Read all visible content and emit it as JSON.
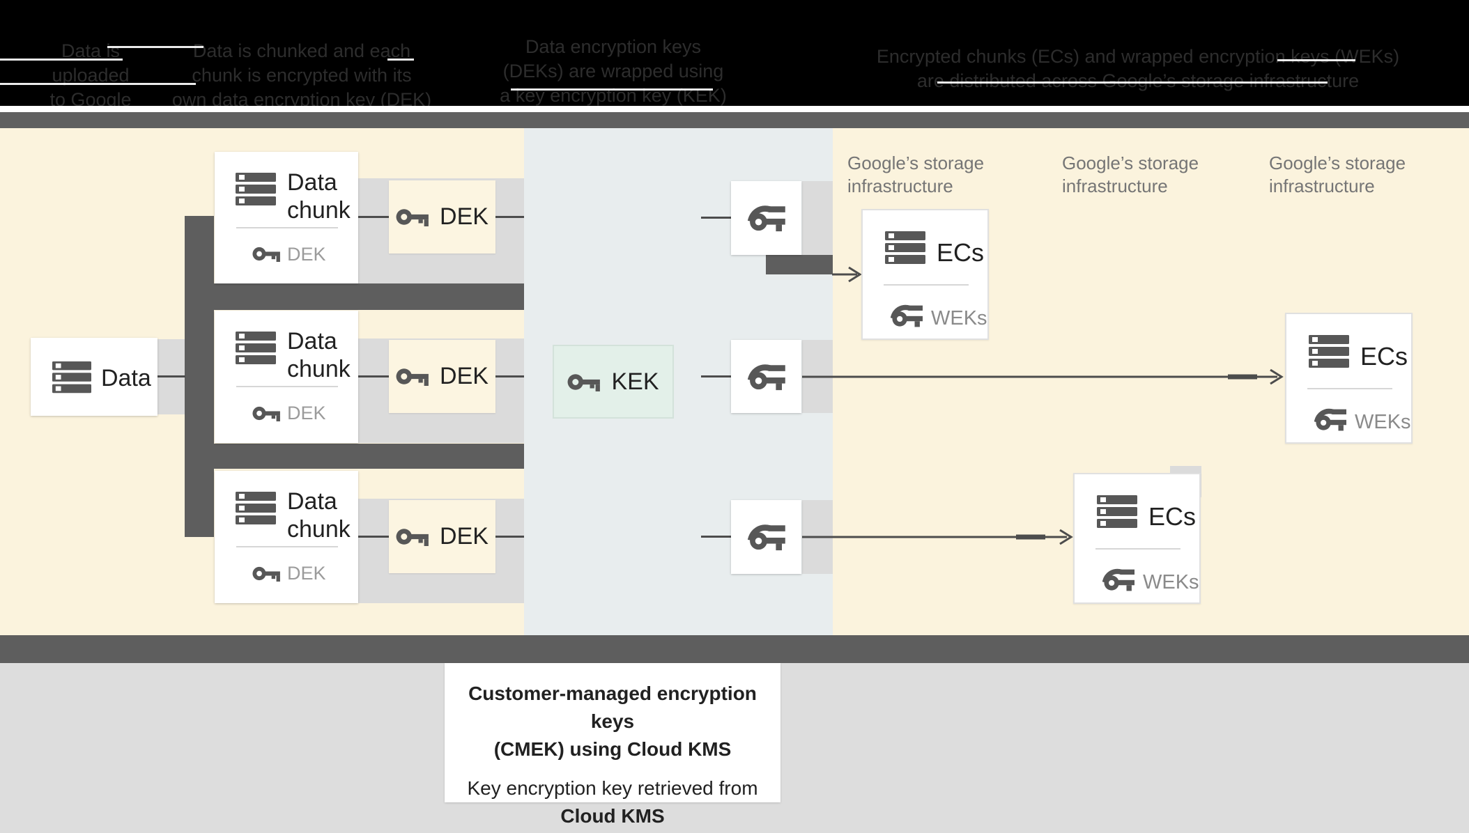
{
  "header": {
    "steps": [
      {
        "lines": [
          "Data is",
          "uploaded",
          "to Google"
        ]
      },
      {
        "lines": [
          "Data is chunked and each",
          "chunk is encrypted with its",
          "own data encryption key (DEK)"
        ]
      },
      {
        "lines": [
          "Data encryption keys",
          "(DEKs) are wrapped using",
          "a key encryption key (KEK)"
        ]
      },
      {
        "lines": [
          "Encrypted chunks (ECs) and wrapped encryption keys (WEKs)",
          "are distributed across Google’s storage infrastructure"
        ]
      }
    ]
  },
  "diagram": {
    "data_box": {
      "label": "Data"
    },
    "chunks": [
      {
        "line1": "Data",
        "line2": "chunk",
        "key_label": "DEK"
      },
      {
        "line1": "Data",
        "line2": "chunk",
        "key_label": "DEK"
      },
      {
        "line1": "Data",
        "line2": "chunk",
        "key_label": "DEK"
      }
    ],
    "dek_boxes": [
      {
        "label": "DEK"
      },
      {
        "label": "DEK"
      },
      {
        "label": "DEK"
      }
    ],
    "kek_box": {
      "label": "KEK"
    },
    "storage_labels": [
      {
        "line1": "Google’s storage",
        "line2": "infrastructure"
      },
      {
        "line1": "Google’s storage",
        "line2": "infrastructure"
      },
      {
        "line1": "Google’s storage",
        "line2": "infrastructure"
      }
    ],
    "ec_boxes": [
      {
        "label": "ECs",
        "key_label": "WEKs"
      },
      {
        "label": "ECs",
        "key_label": "WEKs"
      },
      {
        "label": "ECs",
        "key_label": "WEKs"
      }
    ]
  },
  "footer": {
    "bold_line1": "Customer-managed encryption keys",
    "bold_line2": "(CMEK) using Cloud KMS",
    "normal_line": "Key encryption key retrieved from",
    "bold_line3": "Cloud KMS"
  },
  "colors": {
    "cream": "#FBF3DD",
    "blue_gray": "#E8EDEE",
    "band_gray": "#DBDBDB",
    "dark_gray": "#5E5E5E",
    "dek_fill": "#FCF5E1",
    "kek_fill": "#E3F0E9",
    "footer_gray": "#DDDDDD",
    "icon_gray": "#575757",
    "label_muted": "#9B9B9B"
  }
}
